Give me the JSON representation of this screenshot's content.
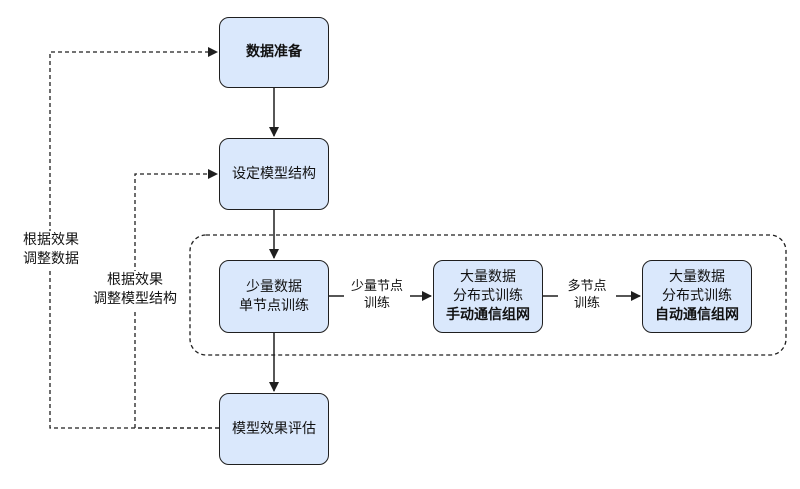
{
  "nodes": {
    "prep": {
      "label": "数据准备"
    },
    "design": {
      "label": "设定模型结构"
    },
    "small": {
      "line1": "少量数据",
      "line2": "单节点训练"
    },
    "manual": {
      "line1": "大量数据",
      "line2": "分布式训练",
      "line3": "手动通信组网"
    },
    "auto": {
      "line1": "大量数据",
      "line2": "分布式训练",
      "line3": "自动通信组网"
    },
    "eval": {
      "label": "模型效果评估"
    }
  },
  "edge_labels": {
    "few_nodes": {
      "line1": "少量节点",
      "line2": "训练"
    },
    "multi_nodes": {
      "line1": "多节点",
      "line2": "训练"
    }
  },
  "loop_labels": {
    "adjust_data": {
      "line1": "根据效果",
      "line2": "调整数据"
    },
    "adjust_model": {
      "line1": "根据效果",
      "line2": "调整模型结构"
    }
  },
  "colors": {
    "node_fill": "#dae8fc",
    "stroke": "#1f1f1f"
  }
}
